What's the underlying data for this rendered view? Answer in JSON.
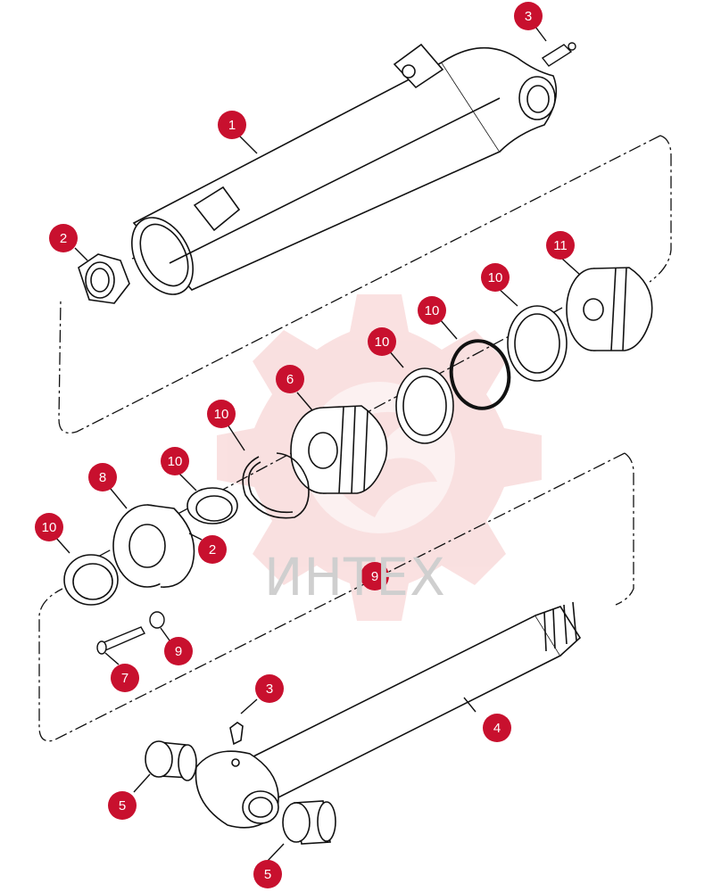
{
  "watermark": {
    "text": "ИНТЕХ",
    "gear_color": "#f5c8c8",
    "text_color": "#cfcfcf"
  },
  "colors": {
    "callout": "#c8102e",
    "line": "#111111"
  },
  "callouts": [
    {
      "id": "c1",
      "label": "1",
      "part": "cylinder-barrel"
    },
    {
      "id": "c2a",
      "label": "2",
      "part": "gland-nut"
    },
    {
      "id": "c2b",
      "label": "2",
      "part": "o-ring"
    },
    {
      "id": "c3a",
      "label": "3",
      "part": "grease-fitting-barrel"
    },
    {
      "id": "c3b",
      "label": "3",
      "part": "grease-fitting-rod"
    },
    {
      "id": "c4",
      "label": "4",
      "part": "piston-rod"
    },
    {
      "id": "c5a",
      "label": "5",
      "part": "bushing-left"
    },
    {
      "id": "c5b",
      "label": "5",
      "part": "bushing-right"
    },
    {
      "id": "c6",
      "label": "6",
      "part": "piston"
    },
    {
      "id": "c7",
      "label": "7",
      "part": "cap-screw"
    },
    {
      "id": "c8",
      "label": "8",
      "part": "gland"
    },
    {
      "id": "c9a",
      "label": "9",
      "part": "seal-kit"
    },
    {
      "id": "c9b",
      "label": "9",
      "part": "washer"
    },
    {
      "id": "c10a",
      "label": "10",
      "part": "wiper-seal"
    },
    {
      "id": "c10b",
      "label": "10",
      "part": "rod-seal"
    },
    {
      "id": "c10c",
      "label": "10",
      "part": "snap-ring"
    },
    {
      "id": "c10d",
      "label": "10",
      "part": "wear-ring"
    },
    {
      "id": "c10e",
      "label": "10",
      "part": "o-ring-black"
    },
    {
      "id": "c10f",
      "label": "10",
      "part": "backup-ring"
    },
    {
      "id": "c11",
      "label": "11",
      "part": "piston-end"
    }
  ]
}
